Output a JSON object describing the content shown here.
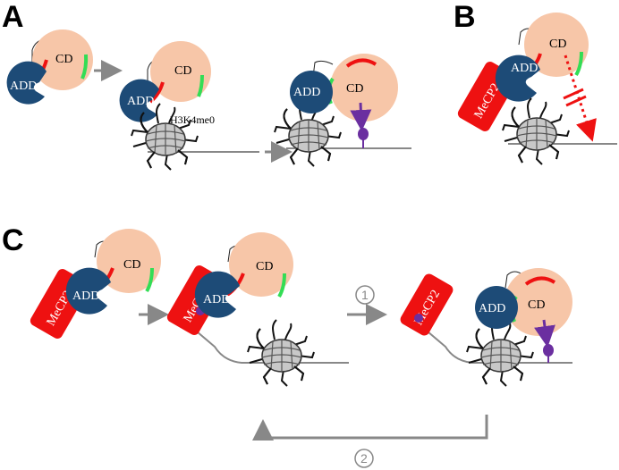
{
  "panels": {
    "a": "A",
    "b": "B",
    "c": "C"
  },
  "labels": {
    "cd": "CD",
    "add": "ADD",
    "mecp2": "MeCP2",
    "h3k4me0": "H3K4me0"
  },
  "steps": {
    "one": "1",
    "two": "2"
  },
  "colors": {
    "cd_fill": "#f7c6a8",
    "add_fill": "#1d4b77",
    "mecp2_fill": "#ee1111",
    "red_interface": "#ee1111",
    "green_interface": "#33dd55",
    "methyl_mark": "#6b2fa0",
    "arrow_gray": "#888888",
    "dna_gray": "#888888"
  }
}
